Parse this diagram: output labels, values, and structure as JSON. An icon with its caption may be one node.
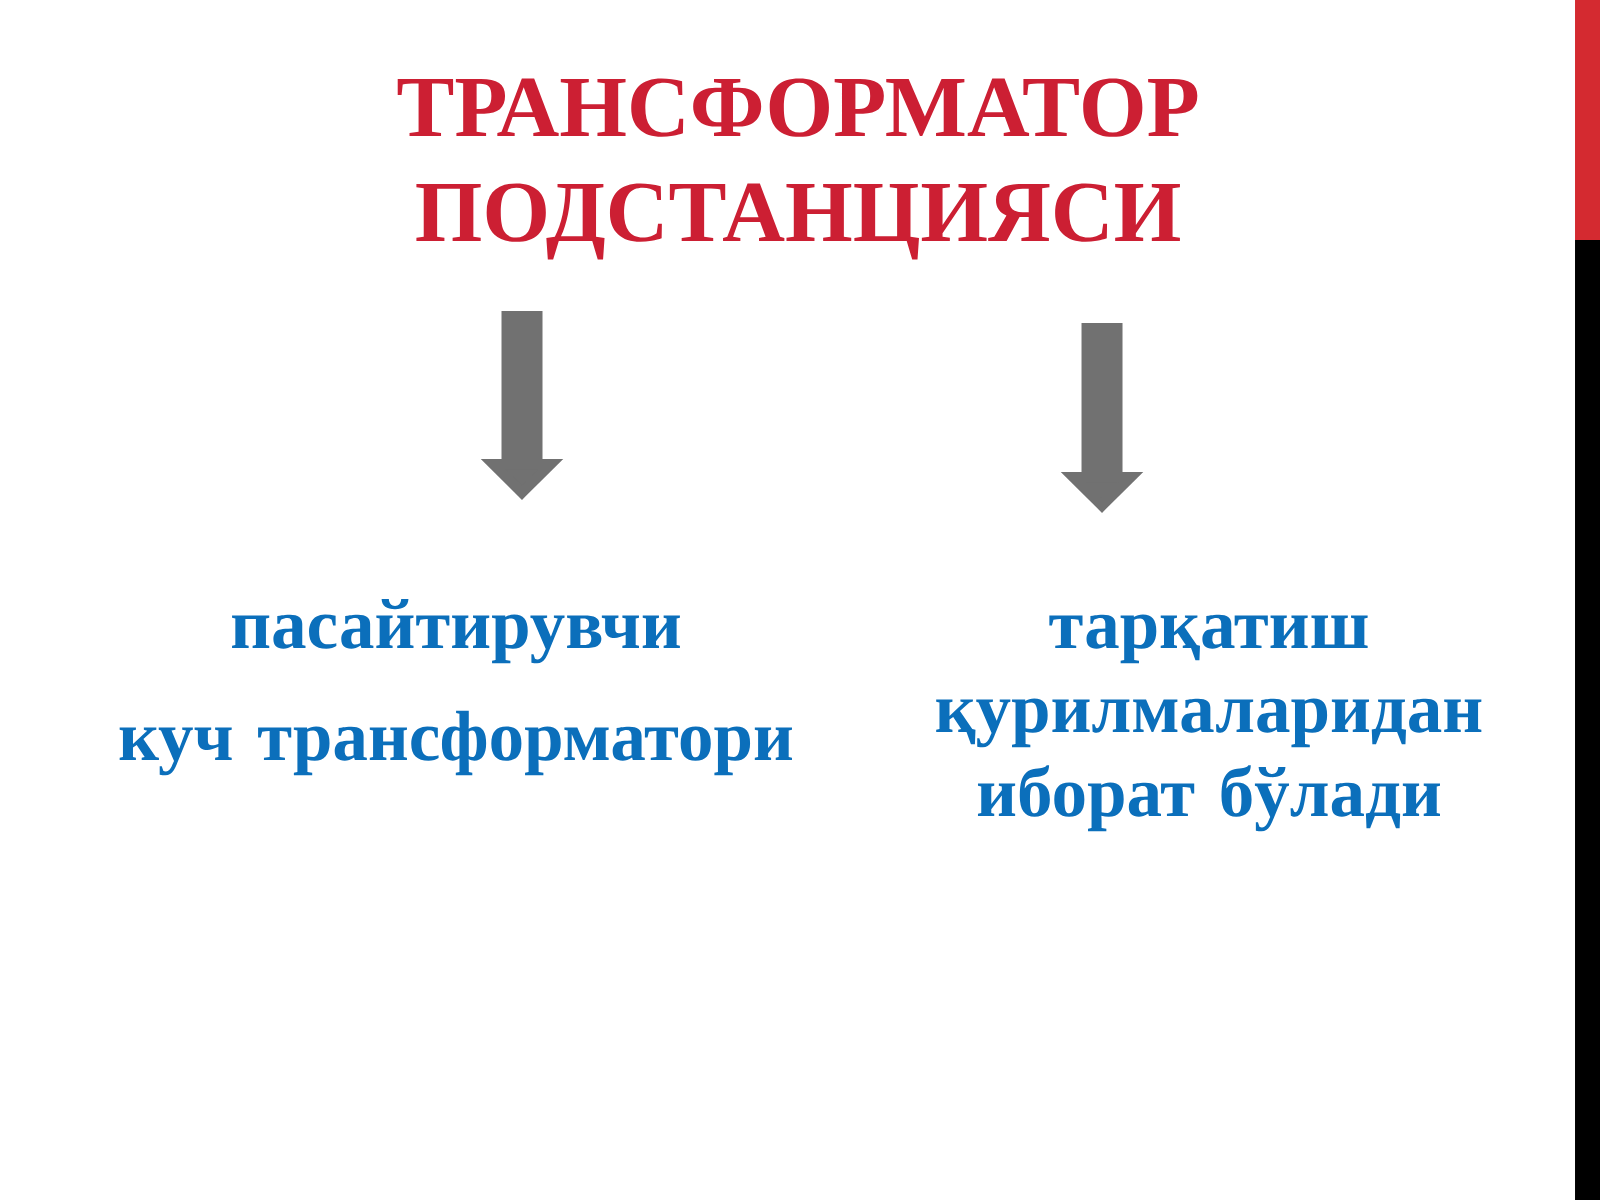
{
  "diagram": {
    "nodes": [
      {
        "text": [
          "ТРАНСФОРМАТОР ПОДСТАНЦИЯСИ"
        ]
      },
      {
        "text": [
          "пасайтирувчи",
          "куч трансформатори"
        ]
      },
      {
        "text": [
          "тарқатиш қурилмаларидан иборат бўлади"
        ]
      }
    ],
    "edges": [
      {
        "from": 0,
        "to": 1,
        "arrow": "to"
      },
      {
        "from": 0,
        "to": 2,
        "arrow": "to"
      }
    ]
  }
}
